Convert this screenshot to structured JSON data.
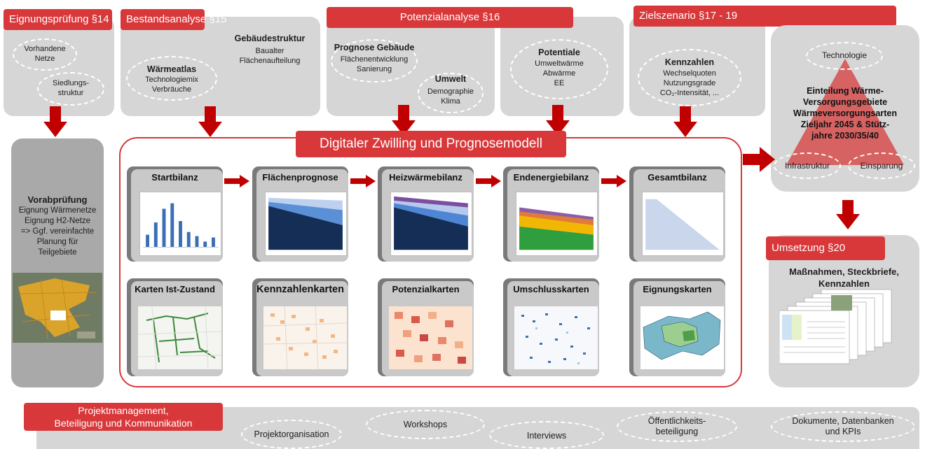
{
  "phases": {
    "eignung": "Eignungsprüfung §14",
    "bestand": "Bestandsanalyse §15",
    "potenzial": "Potenzialanalyse §16",
    "ziel": "Zielszenario §17 - 19",
    "umsetzung": "Umsetzung §20"
  },
  "eignung": {
    "netze": "Vorhandene\nNetze",
    "siedlung": "Siedlungs-\nstruktur"
  },
  "bestand": {
    "waermeatlas_title": "Wärmeatlas",
    "waermeatlas_sub": "Technologiemix\nVerbräuche",
    "gebaeude_title": "Gebäudestruktur",
    "gebaeude_sub": "Baualter\nFlächenaufteilung"
  },
  "potenzial": {
    "prognose_title": "Prognose Gebäude",
    "prognose_sub": "Flächenentwicklung\nSanierung",
    "umwelt_title": "Umwelt",
    "umwelt_sub": "Demographie\nKlima",
    "potentiale_title": "Potentiale",
    "potentiale_sub": "Umweltwärme\nAbwärme\nEE"
  },
  "ziel": {
    "kennzahlen_title": "Kennzahlen",
    "kennzahlen_sub": "Wechselquoten\nNutzungsgrade\nCO₂-Intensität, ..."
  },
  "zielbox": {
    "technologie": "Technologie",
    "infrastruktur": "Infrastruktur",
    "einsparung": "Einsparung",
    "text": "Einteilung Wärme-\nVersorgungsgebiete\nWärmeversorgungsarten\nZieljahr 2045 & Stütz-\njahre 2030/35/40"
  },
  "vorab": {
    "title": "Vorabprüfung",
    "text": "Eignung Wärmenetze\nEignung H2-Netze\n=> Ggf. vereinfachte\nPlanung für\nTeilgebiete"
  },
  "twin": {
    "title": "Digitaler Zwilling und Prognosemodell",
    "row1": [
      "Startbilanz",
      "Flächenprognose",
      "Heizwärmebilanz",
      "Endenergiebilanz",
      "Gesamtbilanz"
    ],
    "row2": [
      "Karten Ist-Zustand",
      "Kennzahlenkarten",
      "Potenzialkarten",
      "Umschlusskarten",
      "Eignungskarten"
    ]
  },
  "umsetzung": {
    "text": "Maßnahmen, Steckbriefe,\nKennzahlen"
  },
  "projekt": {
    "title": "Projektmanagement,\nBeteiligung und Kommunikation",
    "items": [
      "Projektorganisation",
      "Workshops",
      "Interviews",
      "Öffentlichkeits-\nbeteiligung",
      "Dokumente, Datenbanken\nund KPIs"
    ]
  },
  "colors": {
    "red": "#d8383a",
    "grey": "#d6d6d6",
    "navy": "#1f3864",
    "blue": "#4472c4"
  }
}
